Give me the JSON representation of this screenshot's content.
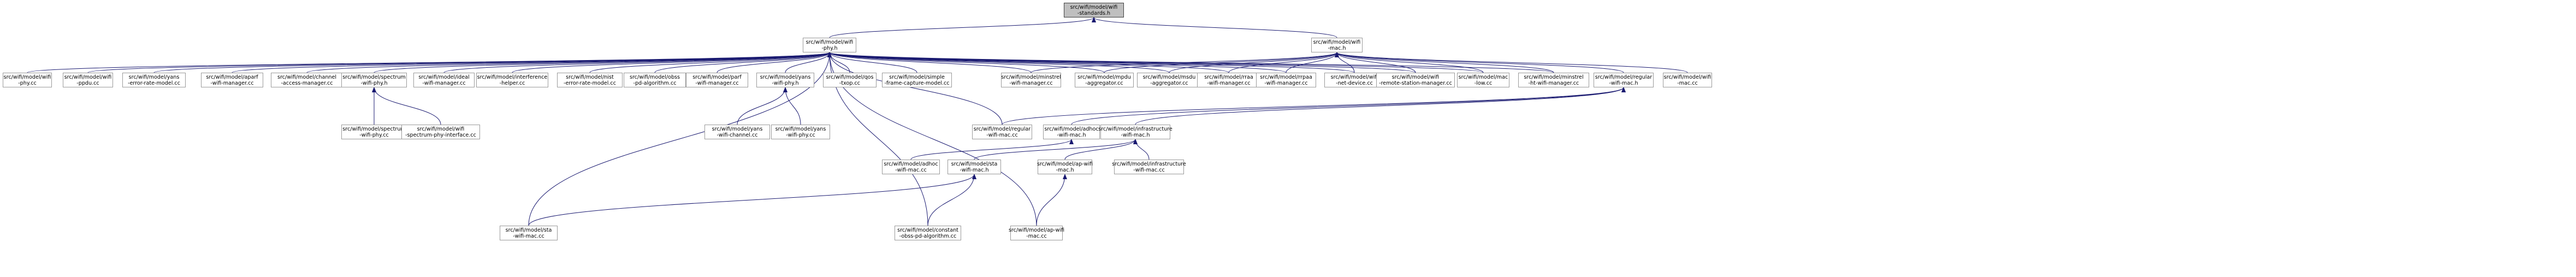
{
  "graph": {
    "colors": {
      "edge": "#191970",
      "node_border": "#9a9a9a",
      "root_fill": "#bfbfbf",
      "node_fill": "#ffffff"
    },
    "nodes": [
      {
        "id": "wifi-standards",
        "label": "src/wifi/model/wifi\n-standards.h",
        "root": true
      },
      {
        "id": "wifi-phy-h",
        "label": "src/wifi/model/wifi\n-phy.h"
      },
      {
        "id": "wifi-mac-h",
        "label": "src/wifi/model/wifi\n-mac.h"
      },
      {
        "id": "wifi-phy-cc",
        "label": "src/wifi/model/wifi\n-phy.cc"
      },
      {
        "id": "wifi-ppdu-cc",
        "label": "src/wifi/model/wifi\n-ppdu.cc"
      },
      {
        "id": "yans-error-rate",
        "label": "src/wifi/model/yans\n-error-rate-model.cc"
      },
      {
        "id": "aparf",
        "label": "src/wifi/model/aparf\n-wifi-manager.cc"
      },
      {
        "id": "channel-access",
        "label": "src/wifi/model/channel\n-access-manager.cc"
      },
      {
        "id": "spectrum-wifi-phy-h",
        "label": "src/wifi/model/spectrum\n-wifi-phy.h"
      },
      {
        "id": "ideal",
        "label": "src/wifi/model/ideal\n-wifi-manager.cc"
      },
      {
        "id": "interference",
        "label": "src/wifi/model/interference\n-helper.cc"
      },
      {
        "id": "nist",
        "label": "src/wifi/model/nist\n-error-rate-model.cc"
      },
      {
        "id": "obss",
        "label": "src/wifi/model/obss\n-pd-algorithm.cc"
      },
      {
        "id": "parf",
        "label": "src/wifi/model/parf\n-wifi-manager.cc"
      },
      {
        "id": "yans-wifi-phy-h",
        "label": "src/wifi/model/yans\n-wifi-phy.h"
      },
      {
        "id": "qos-txop",
        "label": "src/wifi/model/qos\n-txop.cc"
      },
      {
        "id": "simple-frame",
        "label": "src/wifi/model/simple\n-frame-capture-model.cc"
      },
      {
        "id": "minstrel",
        "label": "src/wifi/model/minstrel\n-wifi-manager.cc"
      },
      {
        "id": "mpdu-agg",
        "label": "src/wifi/model/mpdu\n-aggregator.cc"
      },
      {
        "id": "msdu-agg",
        "label": "src/wifi/model/msdu\n-aggregator.cc"
      },
      {
        "id": "rraa",
        "label": "src/wifi/model/rraa\n-wifi-manager.cc"
      },
      {
        "id": "rrpaa",
        "label": "src/wifi/model/rrpaa\n-wifi-manager.cc"
      },
      {
        "id": "wifi-net-device",
        "label": "src/wifi/model/wifi\n-net-device.cc"
      },
      {
        "id": "wifi-remote",
        "label": "src/wifi/model/wifi\n-remote-station-manager.cc"
      },
      {
        "id": "mac-low",
        "label": "src/wifi/model/mac\n-low.cc"
      },
      {
        "id": "minstrel-ht",
        "label": "src/wifi/model/minstrel\n-ht-wifi-manager.cc"
      },
      {
        "id": "regular-mac-h",
        "label": "src/wifi/model/regular\n-wifi-mac.h"
      },
      {
        "id": "wifi-mac-cc",
        "label": "src/wifi/model/wifi\n-mac.cc"
      },
      {
        "id": "spectrum-wifi-phy-cc",
        "label": "src/wifi/model/spectrum\n-wifi-phy.cc"
      },
      {
        "id": "spectrum-phy-iface",
        "label": "src/wifi/model/wifi\n-spectrum-phy-interface.cc"
      },
      {
        "id": "yans-wifi-channel",
        "label": "src/wifi/model/yans\n-wifi-channel.cc"
      },
      {
        "id": "yans-wifi-phy-cc",
        "label": "src/wifi/model/yans\n-wifi-phy.cc"
      },
      {
        "id": "regular-mac-cc",
        "label": "src/wifi/model/regular\n-wifi-mac.cc"
      },
      {
        "id": "adhoc-mac-h",
        "label": "src/wifi/model/adhoc\n-wifi-mac.h"
      },
      {
        "id": "infra-mac-h",
        "label": "src/wifi/model/infrastructure\n-wifi-mac.h"
      },
      {
        "id": "adhoc-mac-cc",
        "label": "src/wifi/model/adhoc\n-wifi-mac.cc"
      },
      {
        "id": "sta-mac-h",
        "label": "src/wifi/model/sta\n-wifi-mac.h"
      },
      {
        "id": "ap-mac-h",
        "label": "src/wifi/model/ap-wifi\n-mac.h"
      },
      {
        "id": "infra-mac-cc",
        "label": "src/wifi/model/infrastructure\n-wifi-mac.cc"
      },
      {
        "id": "sta-mac-cc",
        "label": "src/wifi/model/sta\n-wifi-mac.cc"
      },
      {
        "id": "constant-obss",
        "label": "src/wifi/model/constant\n-obss-pd-algorithm.cc"
      },
      {
        "id": "ap-mac-cc",
        "label": "src/wifi/model/ap-wifi\n-mac.cc"
      }
    ],
    "edges": [
      [
        "wifi-phy-h",
        "wifi-standards"
      ],
      [
        "wifi-mac-h",
        "wifi-standards"
      ],
      [
        "wifi-phy-cc",
        "wifi-phy-h"
      ],
      [
        "wifi-ppdu-cc",
        "wifi-phy-h"
      ],
      [
        "yans-error-rate",
        "wifi-phy-h"
      ],
      [
        "aparf",
        "wifi-phy-h"
      ],
      [
        "channel-access",
        "wifi-phy-h"
      ],
      [
        "spectrum-wifi-phy-h",
        "wifi-phy-h"
      ],
      [
        "ideal",
        "wifi-phy-h"
      ],
      [
        "interference",
        "wifi-phy-h"
      ],
      [
        "nist",
        "wifi-phy-h"
      ],
      [
        "obss",
        "wifi-phy-h"
      ],
      [
        "parf",
        "wifi-phy-h"
      ],
      [
        "yans-wifi-phy-h",
        "wifi-phy-h"
      ],
      [
        "qos-txop",
        "wifi-phy-h"
      ],
      [
        "simple-frame",
        "wifi-phy-h"
      ],
      [
        "minstrel",
        "wifi-phy-h"
      ],
      [
        "mpdu-agg",
        "wifi-phy-h"
      ],
      [
        "msdu-agg",
        "wifi-phy-h"
      ],
      [
        "rraa",
        "wifi-phy-h"
      ],
      [
        "rrpaa",
        "wifi-phy-h"
      ],
      [
        "wifi-net-device",
        "wifi-phy-h"
      ],
      [
        "wifi-remote",
        "wifi-phy-h"
      ],
      [
        "mac-low",
        "wifi-phy-h"
      ],
      [
        "minstrel-ht",
        "wifi-phy-h"
      ],
      [
        "regular-mac-cc",
        "wifi-phy-h"
      ],
      [
        "sta-mac-cc",
        "wifi-phy-h"
      ],
      [
        "constant-obss",
        "wifi-phy-h"
      ],
      [
        "ap-mac-cc",
        "wifi-phy-h"
      ],
      [
        "minstrel",
        "wifi-mac-h"
      ],
      [
        "mpdu-agg",
        "wifi-mac-h"
      ],
      [
        "msdu-agg",
        "wifi-mac-h"
      ],
      [
        "rraa",
        "wifi-mac-h"
      ],
      [
        "rrpaa",
        "wifi-mac-h"
      ],
      [
        "wifi-net-device",
        "wifi-mac-h"
      ],
      [
        "wifi-remote",
        "wifi-mac-h"
      ],
      [
        "mac-low",
        "wifi-mac-h"
      ],
      [
        "minstrel-ht",
        "wifi-mac-h"
      ],
      [
        "regular-mac-h",
        "wifi-mac-h"
      ],
      [
        "wifi-mac-cc",
        "wifi-mac-h"
      ],
      [
        "spectrum-wifi-phy-cc",
        "spectrum-wifi-phy-h"
      ],
      [
        "spectrum-phy-iface",
        "spectrum-wifi-phy-h"
      ],
      [
        "yans-wifi-channel",
        "yans-wifi-phy-h"
      ],
      [
        "yans-wifi-phy-cc",
        "yans-wifi-phy-h"
      ],
      [
        "regular-mac-cc",
        "regular-mac-h"
      ],
      [
        "adhoc-mac-h",
        "regular-mac-h"
      ],
      [
        "infra-mac-h",
        "regular-mac-h"
      ],
      [
        "adhoc-mac-cc",
        "adhoc-mac-h"
      ],
      [
        "sta-mac-h",
        "infra-mac-h"
      ],
      [
        "ap-mac-h",
        "infra-mac-h"
      ],
      [
        "infra-mac-cc",
        "infra-mac-h"
      ],
      [
        "sta-mac-cc",
        "sta-mac-h"
      ],
      [
        "constant-obss",
        "sta-mac-h"
      ],
      [
        "ap-mac-cc",
        "ap-mac-h"
      ]
    ]
  }
}
